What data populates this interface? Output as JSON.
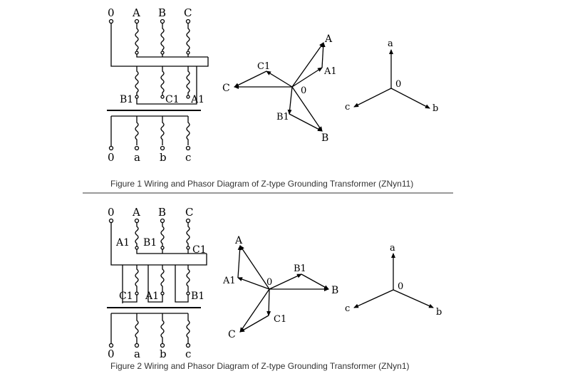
{
  "figure1": {
    "caption": "Figure 1 Wiring and Phasor Diagram of Z-type Grounding Transformer (ZNyn11)",
    "wiring": {
      "top_labels": [
        "0",
        "A",
        "B",
        "C"
      ],
      "mid_labels": [
        "B1",
        "C1",
        "A1"
      ],
      "bottom_labels": [
        "0",
        "a",
        "b",
        "c"
      ]
    },
    "phasor_primary": {
      "labels": [
        "A",
        "A1",
        "C1",
        "C",
        "0",
        "B1",
        "B"
      ]
    },
    "phasor_secondary": {
      "labels": [
        "a",
        "0",
        "c",
        "b"
      ]
    }
  },
  "figure2": {
    "caption": "Figure 2 Wiring and Phasor Diagram of Z-type Grounding Transformer (ZNyn1)",
    "wiring": {
      "top_labels": [
        "0",
        "A",
        "B",
        "C"
      ],
      "upper_labels": [
        "A1",
        "B1",
        "C1"
      ],
      "lower_labels": [
        "C1",
        "A1",
        "B1"
      ],
      "bottom_labels": [
        "0",
        "a",
        "b",
        "c"
      ]
    },
    "phasor_primary": {
      "labels": [
        "A",
        "A1",
        "0",
        "B1",
        "B",
        "C1",
        "C"
      ]
    },
    "phasor_secondary": {
      "labels": [
        "a",
        "0",
        "c",
        "b"
      ]
    }
  }
}
